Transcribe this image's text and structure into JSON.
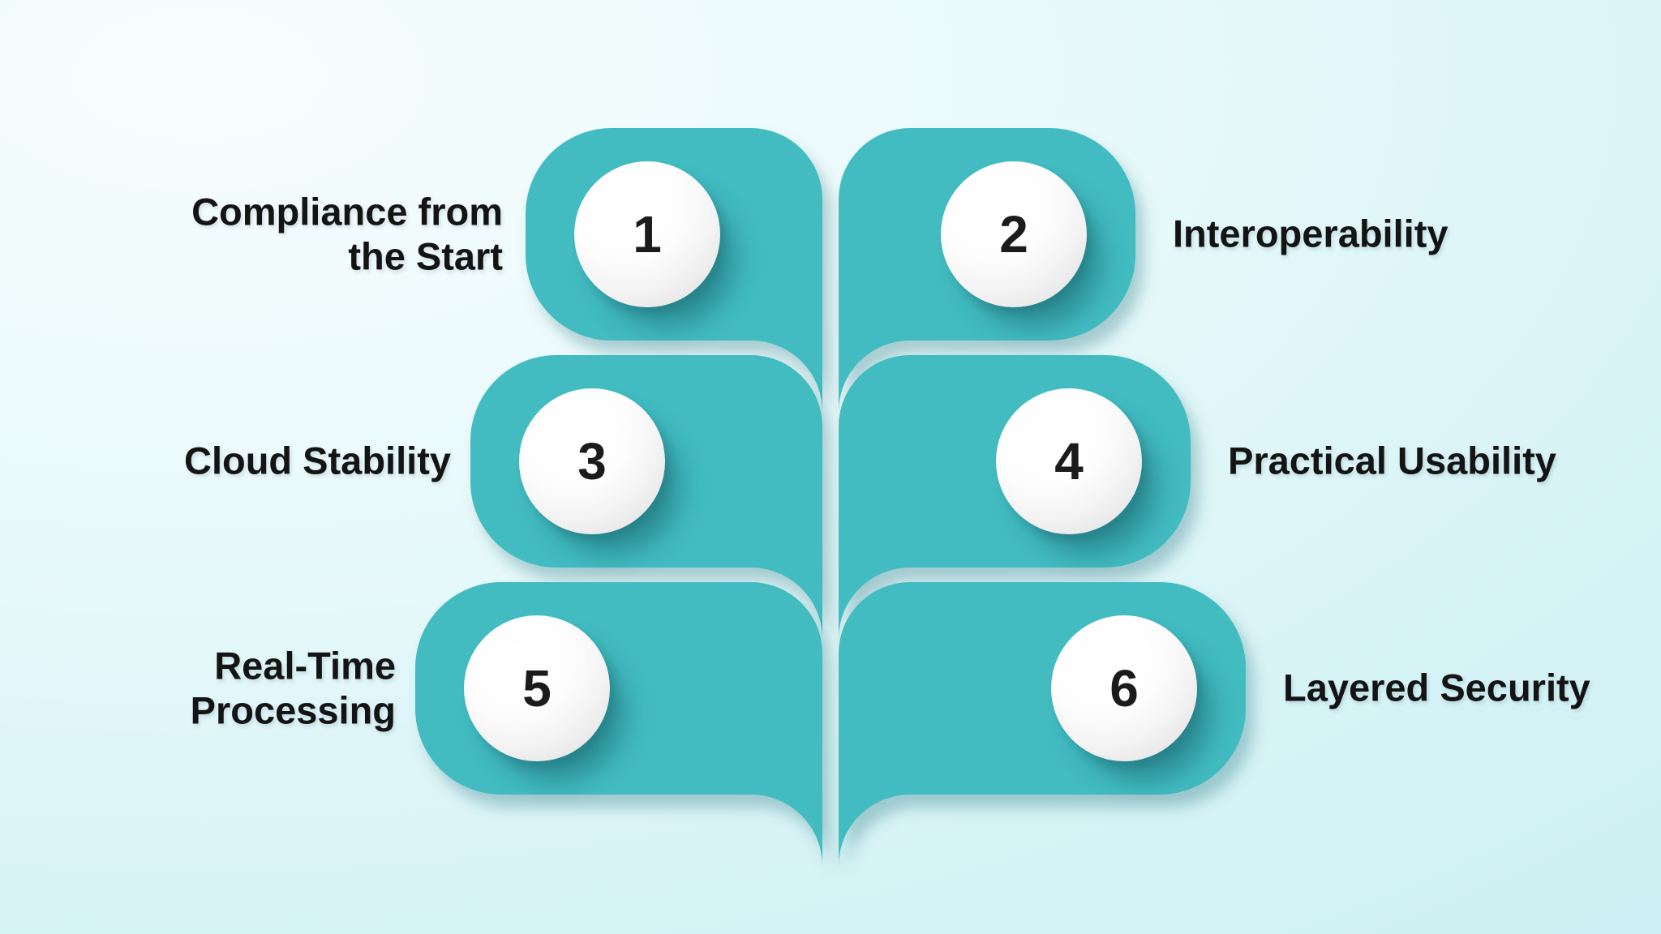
{
  "figure": {
    "type": "numbered-feature-diagram",
    "accent_color": "#43bcc1",
    "background_tint": "#d6f3f6",
    "text_color": "#141414",
    "items": [
      {
        "number": "1",
        "label": "Compliance from\nthe Start",
        "side": "left"
      },
      {
        "number": "2",
        "label": "Interoperability",
        "side": "right"
      },
      {
        "number": "3",
        "label": "Cloud Stability",
        "side": "left"
      },
      {
        "number": "4",
        "label": "Practical Usability",
        "side": "right"
      },
      {
        "number": "5",
        "label": "Real-Time\nProcessing",
        "side": "left"
      },
      {
        "number": "6",
        "label": "Layered Security",
        "side": "right"
      }
    ]
  }
}
